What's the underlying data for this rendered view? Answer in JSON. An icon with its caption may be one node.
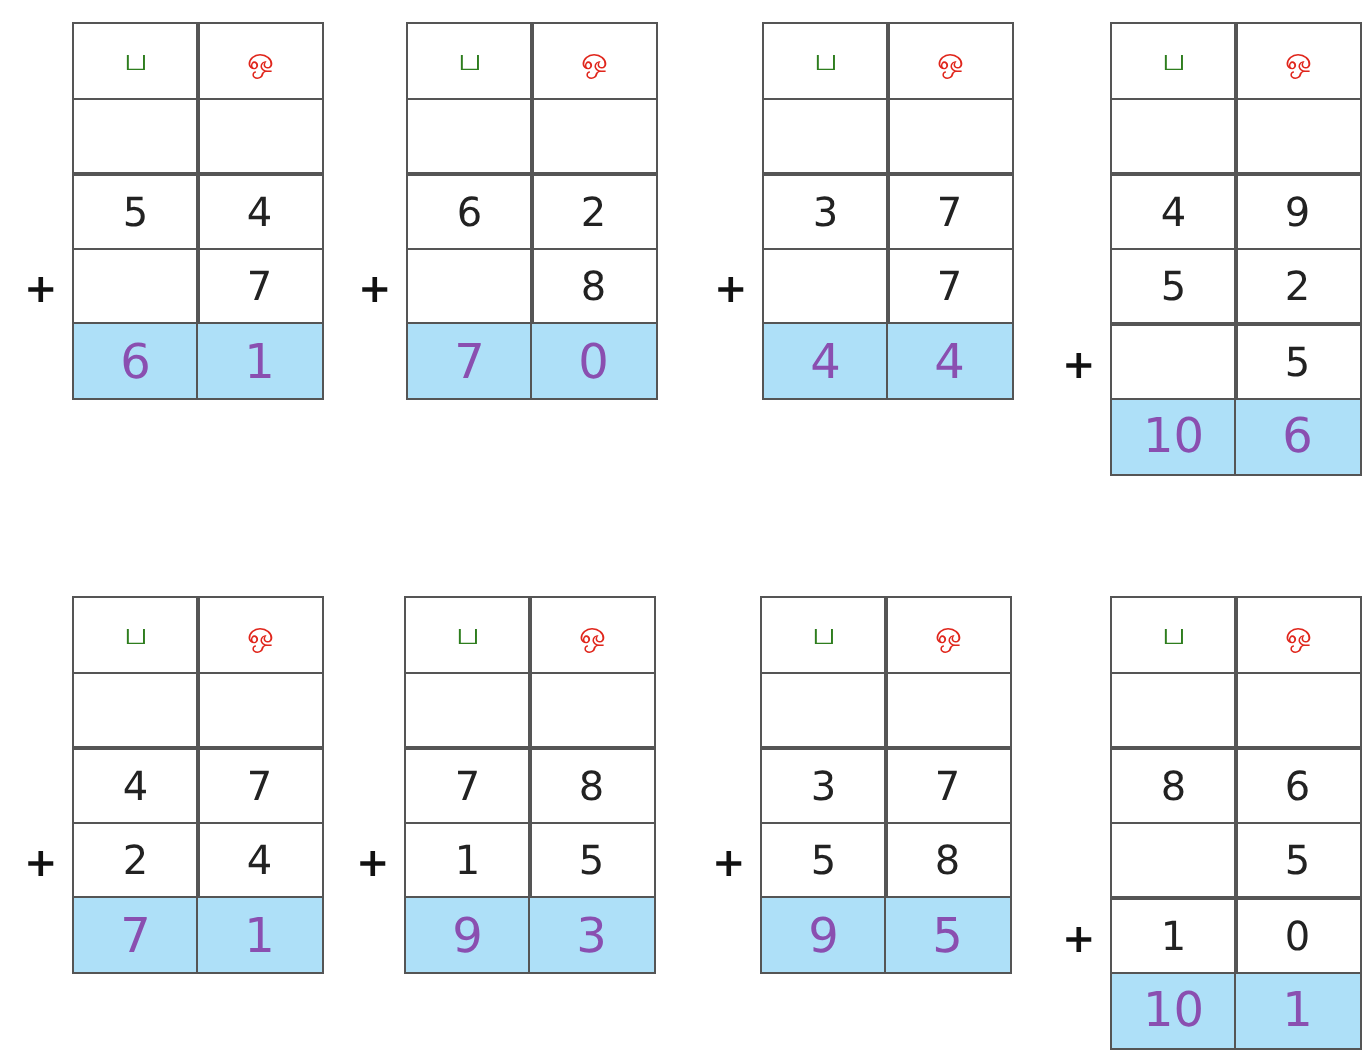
{
  "diagram": {
    "labels": [
      "ப",
      "ஒ",
      "5",
      "4",
      "+",
      "7",
      "6",
      "1",
      "ப",
      "ஒ",
      "6",
      "2",
      "+",
      "8",
      "7",
      "0",
      "ப",
      "ஒ",
      "3",
      "7",
      "+",
      "7",
      "4",
      "4",
      "ப",
      "ஒ",
      "4",
      "9",
      "5",
      "2",
      "+",
      "5",
      "10",
      "6",
      "ப",
      "ஒ",
      "4",
      "7",
      "+",
      "2",
      "4",
      "7",
      "1",
      "ப",
      "ஒ",
      "7",
      "8",
      "+",
      "1",
      "5",
      "9",
      "3",
      "ப",
      "ஒ",
      "3",
      "7",
      "+",
      "5",
      "8",
      "9",
      "5",
      "ப",
      "ஒ",
      "8",
      "6",
      "5",
      "+",
      "1",
      "0",
      "10",
      "1"
    ]
  }
}
